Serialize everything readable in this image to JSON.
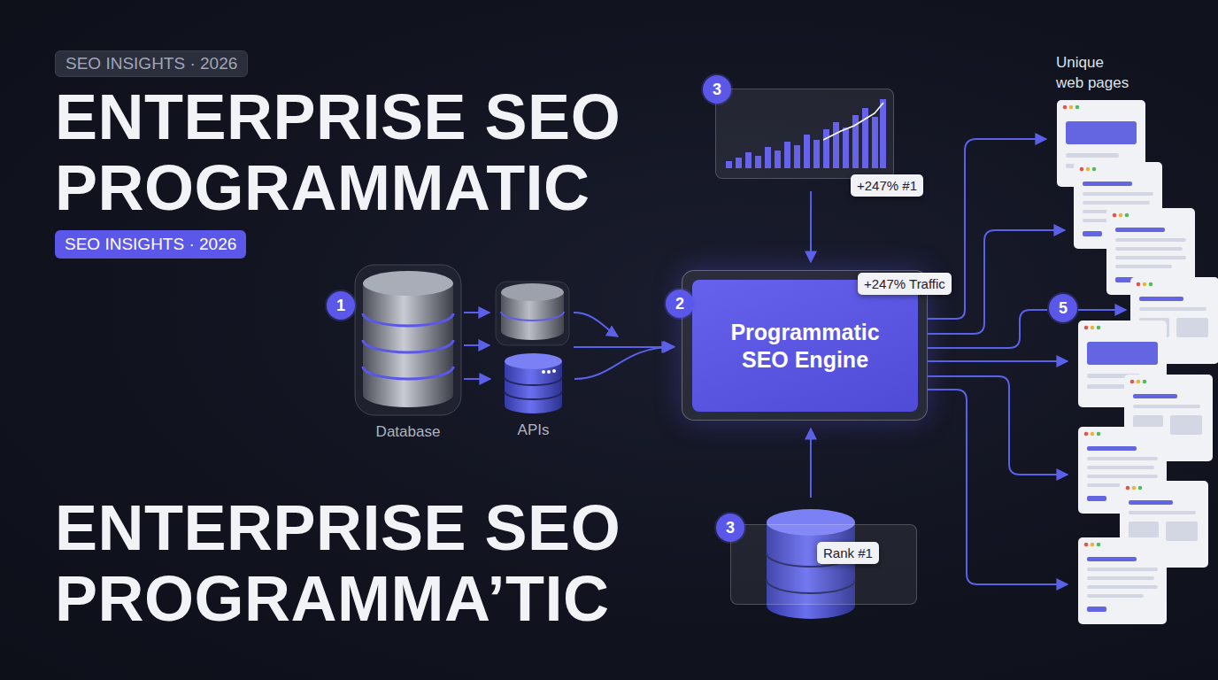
{
  "diagram": {
    "title": "ENTERPRISE SEO PROGRAMMATIC",
    "nodes": [
      {
        "text": [
          "SEO INSIGHTS · 2026"
        ]
      },
      {
        "text": [
          "SEO INSIGHTS · 2026"
        ]
      },
      {
        "text": [
          "Database"
        ]
      },
      {
        "text": [
          "APIs"
        ]
      },
      {
        "text": [
          "+247% #1"
        ]
      },
      {
        "text": [
          "Programmatic SEO Engine"
        ]
      },
      {
        "text": [
          "+247% Traffic"
        ],
        "in": 5
      },
      {
        "text": [
          "Rank #1"
        ]
      }
    ],
    "edges": [
      {
        "from": 2,
        "to": 3,
        "arrow": "to"
      },
      {
        "from": 3,
        "to": 5,
        "arrow": "to"
      },
      {
        "from": 4,
        "to": 5,
        "arrow": "to"
      },
      {
        "from": 7,
        "to": 5,
        "arrow": "to"
      }
    ],
    "labels": [
      "ENTERPRISE SEO PROGRAMMA’TIC",
      "1",
      "2",
      "3",
      "3",
      "5",
      "Unique web pages"
    ]
  }
}
